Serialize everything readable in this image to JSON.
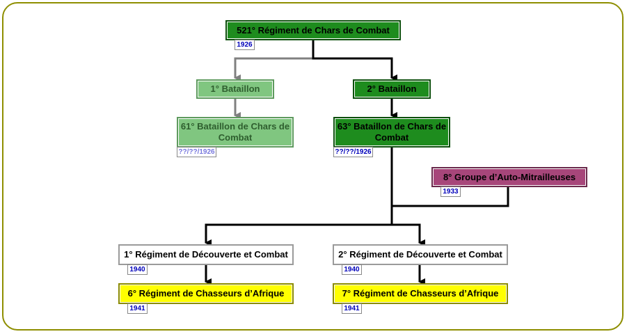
{
  "nodes": {
    "rcc521": {
      "label": "521° Régiment de Chars de Combat",
      "date": "1926"
    },
    "bat1": {
      "label": "1° Bataillon"
    },
    "bat2": {
      "label": "2° Bataillon"
    },
    "bcc61": {
      "label": "61° Bataillon de Chars de Combat",
      "date": "??/??/1926"
    },
    "bcc63": {
      "label": "63° Bataillon de Chars de Combat",
      "date": "??/??/1926"
    },
    "gam8": {
      "label": "8° Groupe d’Auto-Mitrailleuses",
      "date": "1933"
    },
    "rdc1": {
      "label": "1° Régiment de Découverte et Combat",
      "date": "1940"
    },
    "rdc2": {
      "label": "2° Régiment de Découverte et Combat",
      "date": "1940"
    },
    "rca6": {
      "label": "6° Régiment de Chasseurs d’Afrique",
      "date": "1941"
    },
    "rca7": {
      "label": "7° Régiment de Chasseurs d’Afrique",
      "date": "1941"
    }
  },
  "colors": {
    "active_line": "#000000",
    "inactive_line": "#808080",
    "frame": "#8e8e00"
  }
}
